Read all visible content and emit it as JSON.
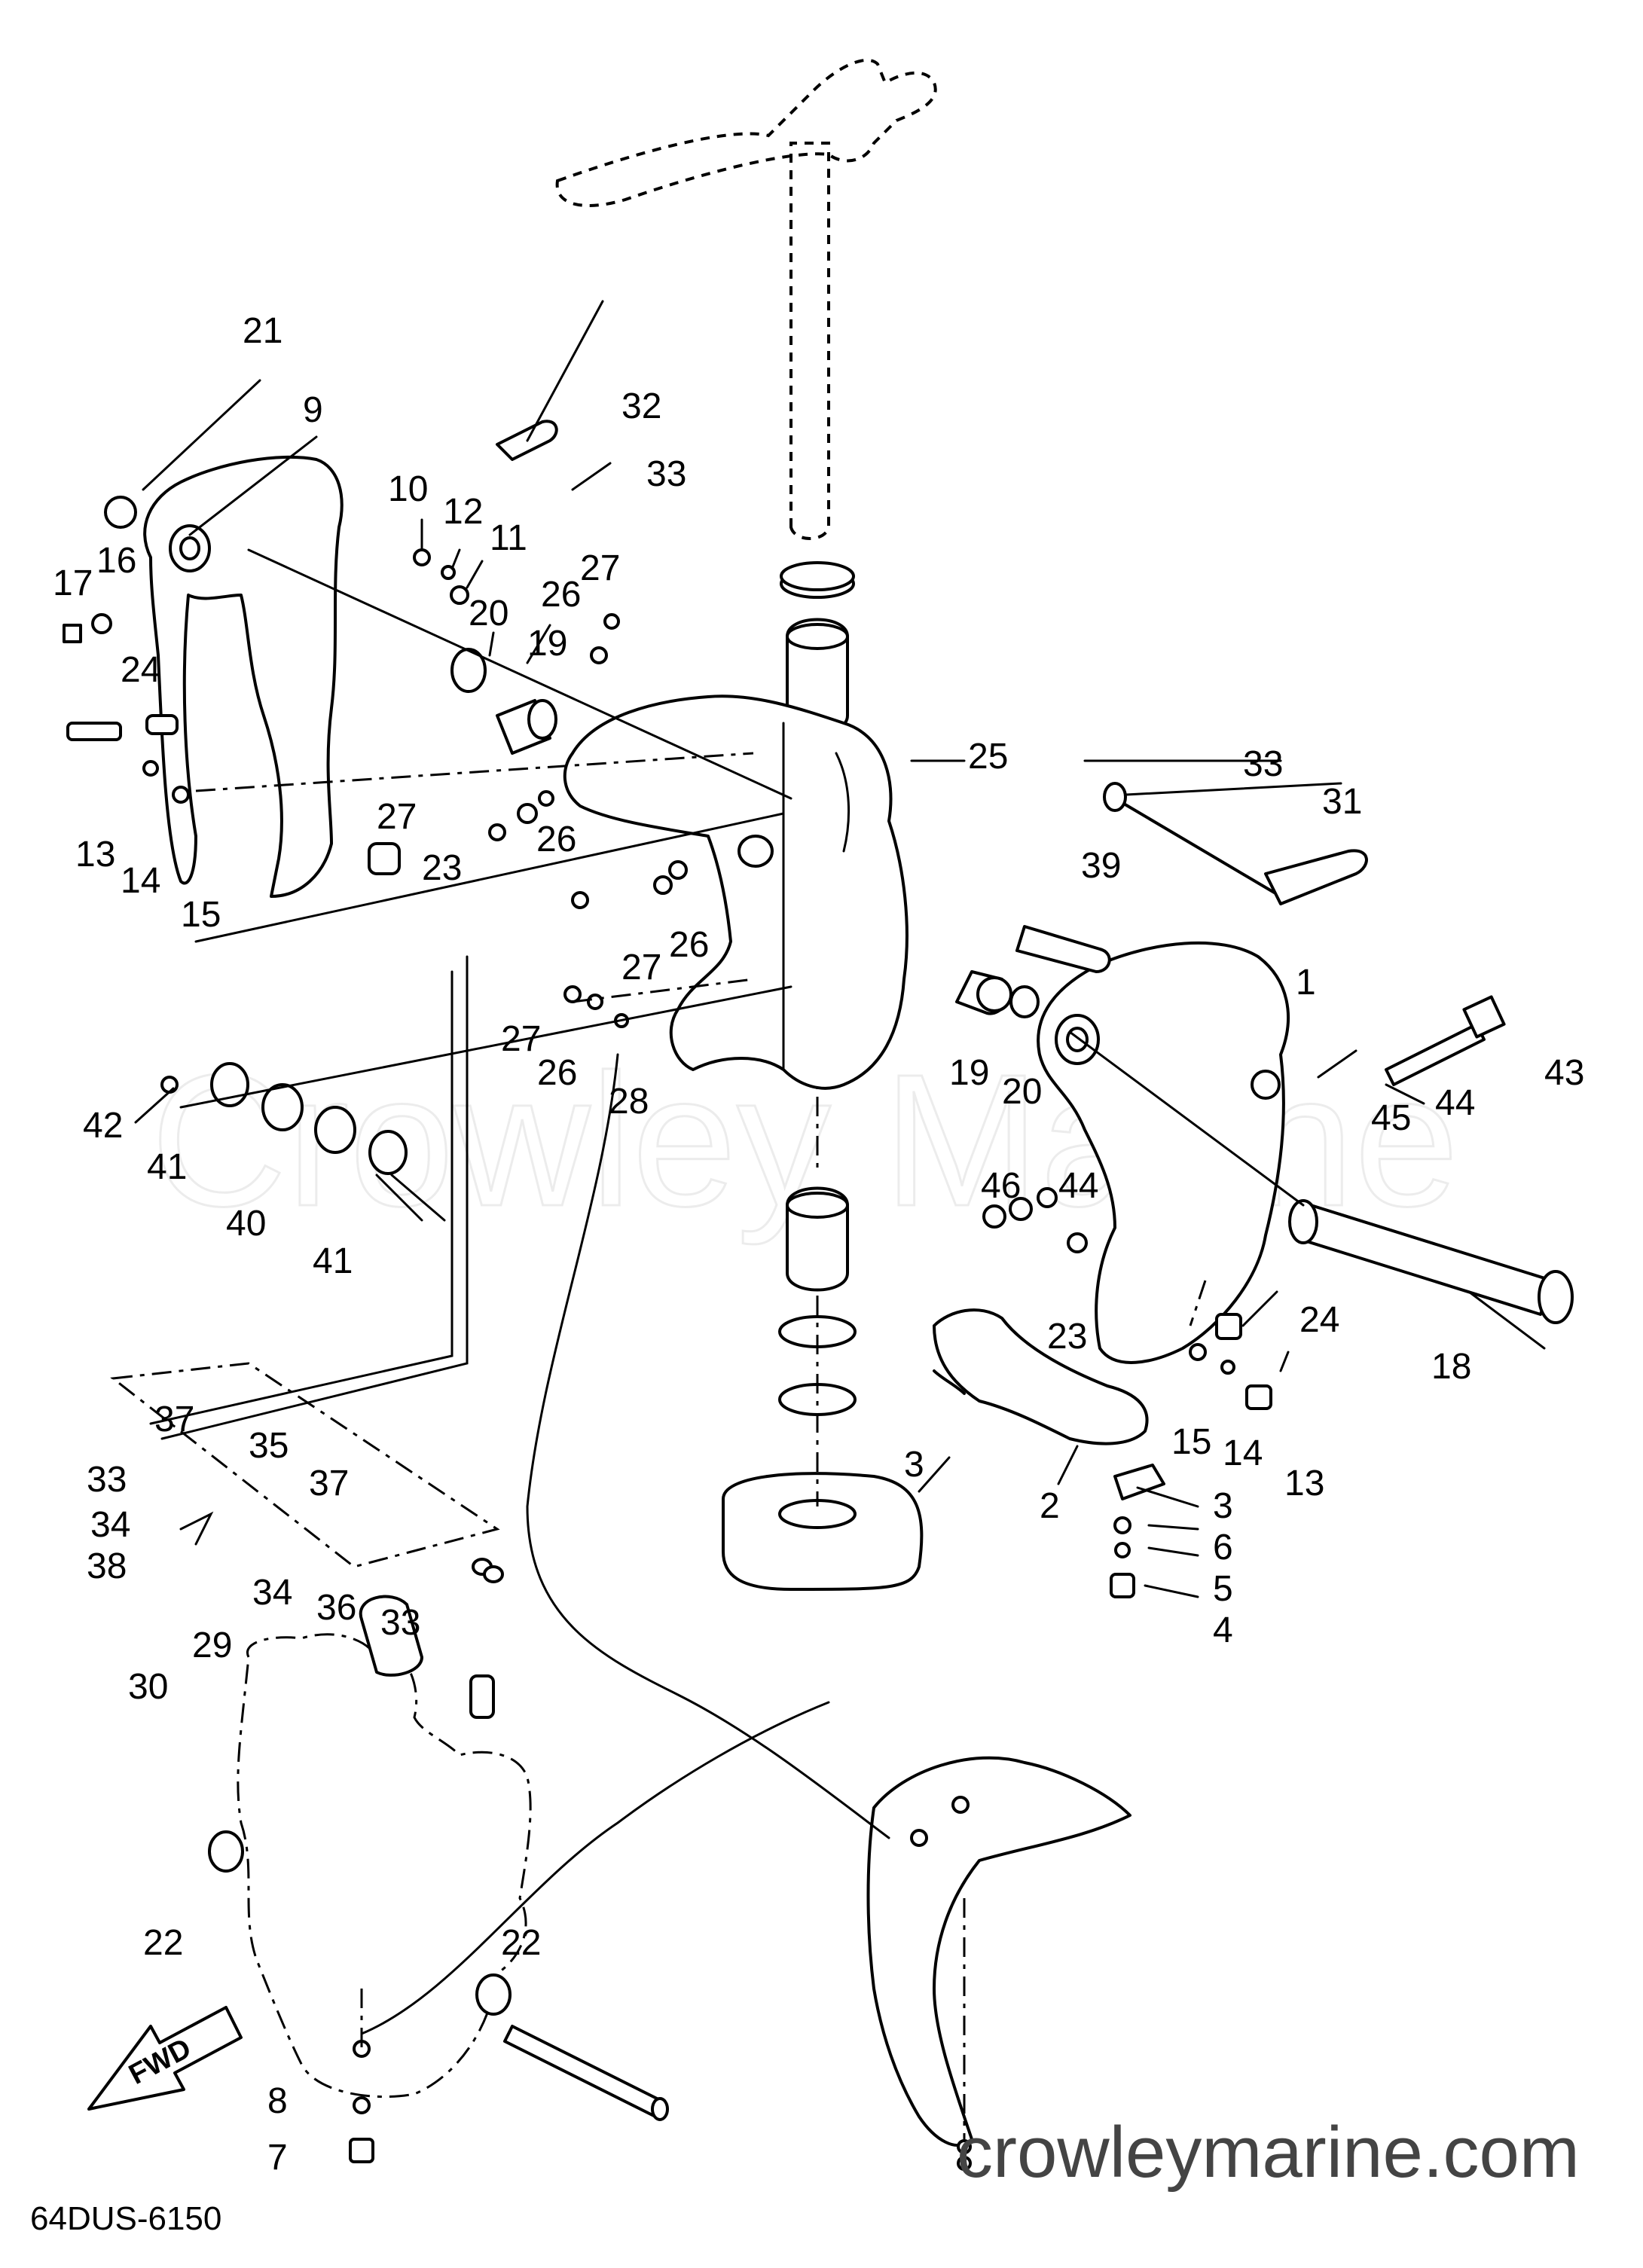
{
  "watermark": "Crowley Marine",
  "site": "crowleymarine.com",
  "diagram_code": "64DUS-6150",
  "fwd_label": "FWD",
  "callouts": [
    {
      "id": "c21a",
      "text": "21"
    },
    {
      "id": "c9",
      "text": "9"
    },
    {
      "id": "c32",
      "text": "32"
    },
    {
      "id": "c33a",
      "text": "33"
    },
    {
      "id": "c10",
      "text": "10"
    },
    {
      "id": "c12",
      "text": "12"
    },
    {
      "id": "c11",
      "text": "11"
    },
    {
      "id": "c27a",
      "text": "27"
    },
    {
      "id": "c26a",
      "text": "26"
    },
    {
      "id": "c16",
      "text": "16"
    },
    {
      "id": "c17",
      "text": "17"
    },
    {
      "id": "c20a",
      "text": "20"
    },
    {
      "id": "c19a",
      "text": "19"
    },
    {
      "id": "c24a",
      "text": "24"
    },
    {
      "id": "c13a",
      "text": "13"
    },
    {
      "id": "c14a",
      "text": "14"
    },
    {
      "id": "c15a",
      "text": "15"
    },
    {
      "id": "c27b",
      "text": "27"
    },
    {
      "id": "c26b",
      "text": "26"
    },
    {
      "id": "c23a",
      "text": "23"
    },
    {
      "id": "c25",
      "text": "25"
    },
    {
      "id": "c33b",
      "text": "33"
    },
    {
      "id": "c31",
      "text": "31"
    },
    {
      "id": "c39",
      "text": "39"
    },
    {
      "id": "c27c",
      "text": "27"
    },
    {
      "id": "c26c",
      "text": "26"
    },
    {
      "id": "c27d",
      "text": "27"
    },
    {
      "id": "c26d",
      "text": "26"
    },
    {
      "id": "c28",
      "text": "28"
    },
    {
      "id": "c1",
      "text": "1"
    },
    {
      "id": "c43",
      "text": "43"
    },
    {
      "id": "c19b",
      "text": "19"
    },
    {
      "id": "c20b",
      "text": "20"
    },
    {
      "id": "c45",
      "text": "45"
    },
    {
      "id": "c44a",
      "text": "44"
    },
    {
      "id": "c42",
      "text": "42"
    },
    {
      "id": "c41a",
      "text": "41"
    },
    {
      "id": "c40",
      "text": "40"
    },
    {
      "id": "c41b",
      "text": "41"
    },
    {
      "id": "c44b",
      "text": "44"
    },
    {
      "id": "c46",
      "text": "46"
    },
    {
      "id": "c23b",
      "text": "23"
    },
    {
      "id": "c24b",
      "text": "24"
    },
    {
      "id": "c18",
      "text": "18"
    },
    {
      "id": "c15b",
      "text": "15"
    },
    {
      "id": "c14b",
      "text": "14"
    },
    {
      "id": "c13b",
      "text": "13"
    },
    {
      "id": "c3a",
      "text": "3"
    },
    {
      "id": "c2",
      "text": "2"
    },
    {
      "id": "c3b",
      "text": "3"
    },
    {
      "id": "c6",
      "text": "6"
    },
    {
      "id": "c5",
      "text": "5"
    },
    {
      "id": "c4",
      "text": "4"
    },
    {
      "id": "c37a",
      "text": "37"
    },
    {
      "id": "c35",
      "text": "35"
    },
    {
      "id": "c33c",
      "text": "33"
    },
    {
      "id": "c37b",
      "text": "37"
    },
    {
      "id": "c34a",
      "text": "34"
    },
    {
      "id": "c38",
      "text": "38"
    },
    {
      "id": "c34b",
      "text": "34"
    },
    {
      "id": "c36",
      "text": "36"
    },
    {
      "id": "c33d",
      "text": "33"
    },
    {
      "id": "c29",
      "text": "29"
    },
    {
      "id": "c30",
      "text": "30"
    },
    {
      "id": "c22a",
      "text": "22"
    },
    {
      "id": "c22b",
      "text": "22"
    },
    {
      "id": "c8",
      "text": "8"
    },
    {
      "id": "c7",
      "text": "7"
    }
  ]
}
